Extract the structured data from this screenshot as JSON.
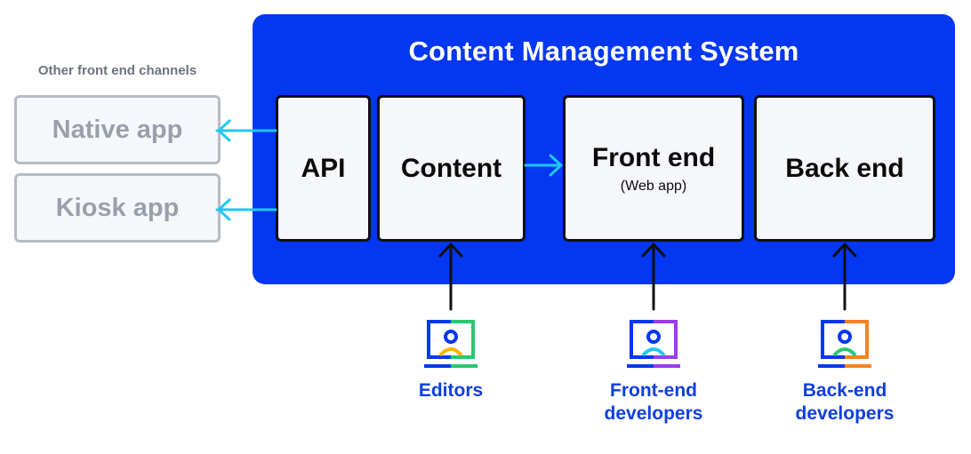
{
  "cms": {
    "title": "Content Management System"
  },
  "external": {
    "label": "Other front end channels",
    "native_app": "Native app",
    "kiosk_app": "Kiosk app"
  },
  "boxes": {
    "api": "API",
    "content": "Content",
    "front_end": "Front end",
    "front_end_sub": "(Web app)",
    "back_end": "Back end"
  },
  "roles": {
    "editors": "Editors",
    "front_end_devs": "Front-end developers",
    "back_end_devs": "Back-end developers"
  },
  "colors": {
    "cms_blue": "#0437f2",
    "arrow_cyan": "#1ec8f2",
    "role_blue": "#0f3fe0",
    "editors_accent": "#26c96f",
    "front_end_accent": "#9b3cf0",
    "back_end_accent": "#f58220"
  }
}
